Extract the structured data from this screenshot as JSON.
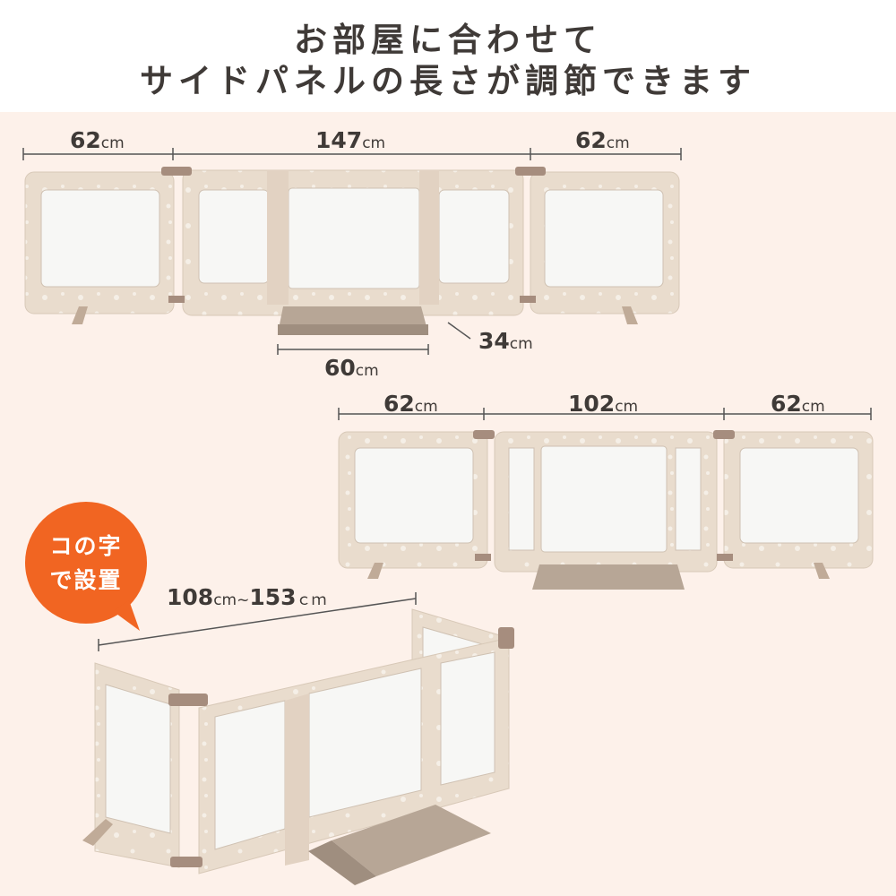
{
  "header": {
    "line1": "お部屋に合わせて",
    "line2": "サイドパネルの長さが調節できます"
  },
  "layout_a": {
    "left_width": "62",
    "center_width": "147",
    "right_width": "62",
    "tray_width": "60",
    "tray_depth": "34",
    "unit": "cm"
  },
  "layout_b": {
    "left_width": "62",
    "center_width": "102",
    "right_width": "62",
    "unit": "cm"
  },
  "layout_c": {
    "badge_line1": "コの字",
    "badge_line2": "で設置",
    "range_min": "108",
    "range_sep": "cm~",
    "range_max": "153",
    "range_unit": "ｃｍ"
  },
  "colors": {
    "background": "#fdf1ea",
    "fabric": "#e9dccd",
    "window": "#f7f7f5",
    "hinge": "#a68d7e",
    "tray": "#b7a696",
    "badge": "#f16522"
  }
}
